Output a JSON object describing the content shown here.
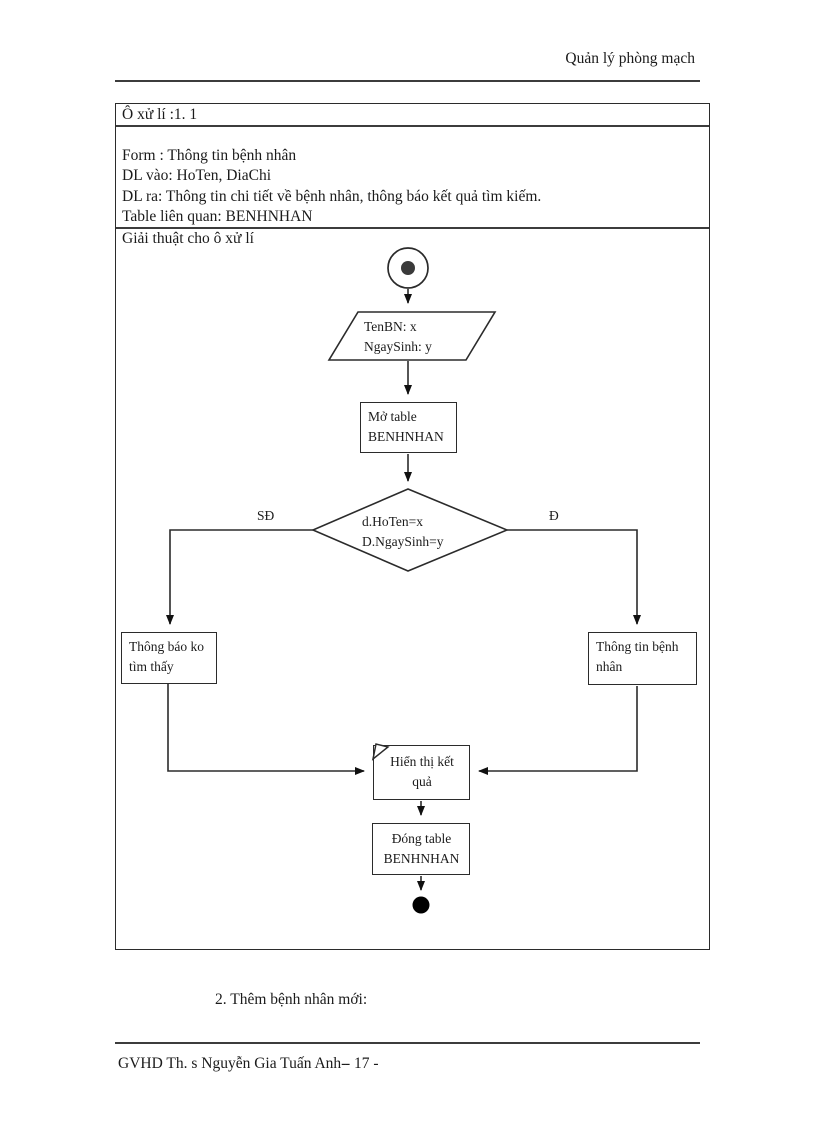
{
  "colors": {
    "ink": "#1b1b1b",
    "line": "#2b2b2b"
  },
  "header": {
    "title": "Quản lý phòng mạch"
  },
  "process_cell": {
    "title": "Ô xử lí :1. 1",
    "form_line": "Form : Thông tin bệnh nhân",
    "input_line": "DL vào: HoTen, DiaChi",
    "output_line": "DL ra: Thông tin chi tiết về bệnh nhân, thông báo kết quả tìm kiếm.",
    "table_line": "Table liên quan: BENHNHAN",
    "algorithm_label": "Giải thuật cho ô xử lí"
  },
  "flowchart": {
    "input_node": {
      "line1": "TenBN: x",
      "line2": "NgaySinh: y"
    },
    "open_table_node": {
      "line1": "Mở table",
      "line2": "BENHNHAN"
    },
    "decision_node": {
      "line1": "d.HoTen=x",
      "line2": "D.NgaySinh=y"
    },
    "false_branch_label": "SĐ",
    "true_branch_label": "Đ",
    "not_found_node": {
      "line1": "Thông báo ko",
      "line2": "tìm thấy"
    },
    "patient_info_node": {
      "line1": "Thông tin bệnh",
      "line2": "nhân"
    },
    "display_node": {
      "line1": "Hiển thị kết",
      "line2": "quả"
    },
    "close_table_node": {
      "line1": "Đóng table",
      "line2": "BENHNHAN"
    }
  },
  "body": {
    "next_section": "2. Thêm bệnh nhân mới:"
  },
  "footer": {
    "advisor": "GVHD Th. s Nguyễn Gia Tuấn Anh-",
    "page_number": "- 17 -"
  }
}
